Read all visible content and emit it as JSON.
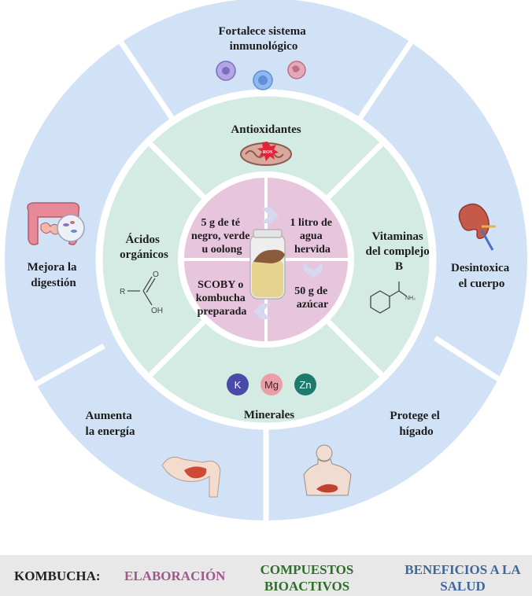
{
  "title": "KOMBUCHA:",
  "colors": {
    "outer": "#d2e2f6",
    "middle": "#d4ebe3",
    "inner": "#e7c5dc",
    "elaboracion": "#a2568c",
    "compuestos": "#2f6e2b",
    "beneficios": "#40669a"
  },
  "elaboracion": [
    {
      "lines": [
        "5 g de té",
        "negro, verde",
        "u oolong"
      ]
    },
    {
      "lines": [
        "1 litro de",
        "agua",
        "hervida"
      ]
    },
    {
      "lines": [
        "50 g de",
        "azúcar"
      ]
    },
    {
      "lines": [
        "SCOBY o",
        "kombucha",
        "preparada"
      ]
    }
  ],
  "compuestos": [
    {
      "lines": [
        "Antioxidantes"
      ],
      "icon": "mitochondria-icon",
      "badge": "ROS"
    },
    {
      "lines": [
        "Vitaminas",
        "del complejo",
        "B"
      ],
      "icon": "nicotinamide-structure-icon",
      "badge": "NH₂"
    },
    {
      "lines": [
        "Minerales"
      ],
      "icon": "mineral-ions-icon",
      "ions": [
        "K",
        "Mg",
        "Zn"
      ]
    },
    {
      "lines": [
        "Ácidos",
        "orgánicos"
      ],
      "icon": "carboxylic-acid-structure-icon",
      "atoms": [
        "R",
        "O",
        "OH"
      ]
    }
  ],
  "beneficios": [
    {
      "lines": [
        "Fortalece sistema",
        "inmunológico"
      ],
      "icon": "immune-cells-icon"
    },
    {
      "lines": [
        "Desintoxica",
        "el cuerpo"
      ],
      "icon": "kidney-icon"
    },
    {
      "lines": [
        "Protege el",
        "hígado"
      ],
      "icon": "liver-icon"
    },
    {
      "lines": [
        "Aumenta",
        "la energía"
      ],
      "icon": "muscle-arm-icon"
    },
    {
      "lines": [
        "Mejora la",
        "digestión"
      ],
      "icon": "intestine-icon"
    }
  ],
  "legend": {
    "elaboracion": "ELABORACIÓN",
    "compuestos": [
      "COMPUESTOS",
      "BIOACTIVOS"
    ],
    "beneficios": [
      "BENEFICIOS A LA",
      "SALUD"
    ]
  }
}
